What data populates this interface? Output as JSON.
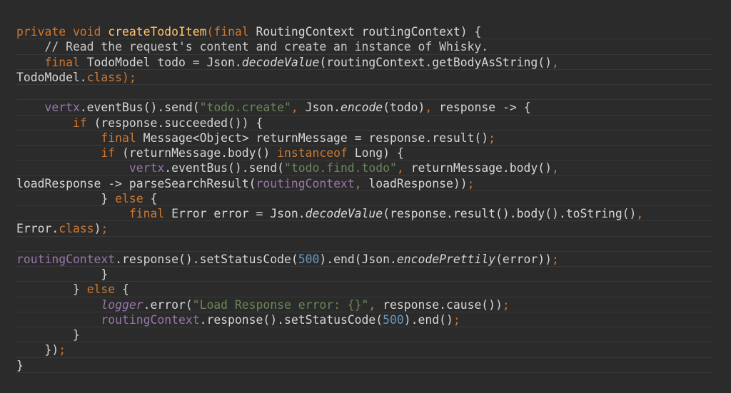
{
  "code_lines": [
    [
      [
        "kw",
        "private void "
      ],
      [
        "fn",
        "createTodoItem"
      ],
      [
        "kw",
        "("
      ],
      [
        "kw",
        "final "
      ],
      [
        "pl",
        "RoutingContext routingContext) {"
      ]
    ],
    [
      [
        "cm",
        "    // Read the request's content and create an instance of Whisky."
      ]
    ],
    [
      [
        "kw",
        "    final "
      ],
      [
        "pl",
        "TodoModel todo = Json."
      ],
      [
        "pl it",
        "decodeValue"
      ],
      [
        "pl",
        "(routingContext.getBodyAsString()"
      ],
      [
        "kw",
        ","
      ]
    ],
    [
      [
        "pl",
        "TodoModel."
      ],
      [
        "kw",
        "class"
      ],
      [
        "kw",
        ");"
      ]
    ],
    [
      [
        "pl",
        " "
      ]
    ],
    [
      [
        "fld",
        "    vertx"
      ],
      [
        "pl",
        ".eventBus().send("
      ],
      [
        "str",
        "\"todo.create\""
      ],
      [
        "kw",
        ", "
      ],
      [
        "pl",
        "Json."
      ],
      [
        "pl it",
        "encode"
      ],
      [
        "pl",
        "(todo)"
      ],
      [
        "kw",
        ", "
      ],
      [
        "pl",
        "response -> {"
      ]
    ],
    [
      [
        "kw",
        "        if "
      ],
      [
        "pl",
        "(response.succeeded()) {"
      ]
    ],
    [
      [
        "kw",
        "            final "
      ],
      [
        "pl",
        "Message<Object> returnMessage = response.result()"
      ],
      [
        "kw",
        ";"
      ]
    ],
    [
      [
        "kw",
        "            if "
      ],
      [
        "pl",
        "(returnMessage.body() "
      ],
      [
        "kw",
        "instanceof "
      ],
      [
        "pl",
        "Long) {"
      ]
    ],
    [
      [
        "fld",
        "                vertx"
      ],
      [
        "pl",
        ".eventBus().send("
      ],
      [
        "str",
        "\"todo.find.todo\""
      ],
      [
        "kw",
        ", "
      ],
      [
        "pl",
        "returnMessage.body()"
      ],
      [
        "kw",
        ","
      ]
    ],
    [
      [
        "pl",
        "loadResponse -> parseSearchResult("
      ],
      [
        "fld",
        "routingContext"
      ],
      [
        "kw",
        ", "
      ],
      [
        "pl",
        "loadResponse))"
      ],
      [
        "kw",
        ";"
      ]
    ],
    [
      [
        "pl",
        "            } "
      ],
      [
        "kw",
        "else "
      ],
      [
        "pl",
        "{"
      ]
    ],
    [
      [
        "kw",
        "                final "
      ],
      [
        "pl",
        "Error error = Json."
      ],
      [
        "pl it",
        "decodeValue"
      ],
      [
        "pl",
        "(response.result().body().toString()"
      ],
      [
        "kw",
        ","
      ]
    ],
    [
      [
        "pl",
        "Error."
      ],
      [
        "kw",
        "class"
      ],
      [
        "pl",
        ")"
      ],
      [
        "kw",
        ";"
      ]
    ],
    [
      [
        "pl",
        " "
      ]
    ],
    [
      [
        "fld",
        "routingContext"
      ],
      [
        "pl",
        ".response().setStatusCode("
      ],
      [
        "num",
        "500"
      ],
      [
        "pl",
        ").end(Json."
      ],
      [
        "pl it",
        "encodePrettily"
      ],
      [
        "pl",
        "(error))"
      ],
      [
        "kw",
        ";"
      ]
    ],
    [
      [
        "pl",
        "            }"
      ]
    ],
    [
      [
        "pl",
        "        } "
      ],
      [
        "kw",
        "else "
      ],
      [
        "pl",
        "{"
      ]
    ],
    [
      [
        "fld it",
        "            logger"
      ],
      [
        "pl",
        ".error("
      ],
      [
        "str",
        "\"Load Response error: {}\""
      ],
      [
        "kw",
        ", "
      ],
      [
        "pl",
        "response.cause())"
      ],
      [
        "kw",
        ";"
      ]
    ],
    [
      [
        "fld",
        "            routingContext"
      ],
      [
        "pl",
        ".response().setStatusCode("
      ],
      [
        "num",
        "500"
      ],
      [
        "pl",
        ").end()"
      ],
      [
        "kw",
        ";"
      ]
    ],
    [
      [
        "pl",
        "        }"
      ]
    ],
    [
      [
        "pl",
        "    })"
      ],
      [
        "kw",
        ";"
      ]
    ],
    [
      [
        "pl",
        "}"
      ]
    ]
  ],
  "colors": {
    "background": "#2b2b2b",
    "keyword": "#cc7832",
    "method": "#ffc66d",
    "field": "#9876aa",
    "string": "#6a8759",
    "number": "#6897bb"
  }
}
